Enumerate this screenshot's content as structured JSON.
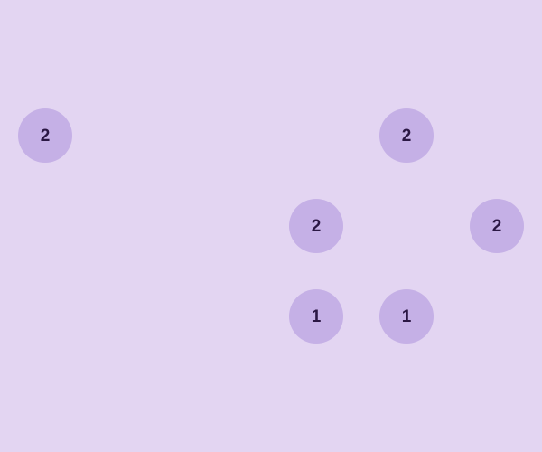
{
  "board": {
    "cells": [
      {
        "label": "2"
      },
      {
        "label": "2"
      },
      {
        "label": "2"
      },
      {
        "label": "2"
      },
      {
        "label": "1"
      },
      {
        "label": "1"
      }
    ]
  },
  "colors": {
    "background": "#e3d5f2",
    "cell_fill": "#c5b0e6",
    "cell_text": "#2b1744"
  }
}
